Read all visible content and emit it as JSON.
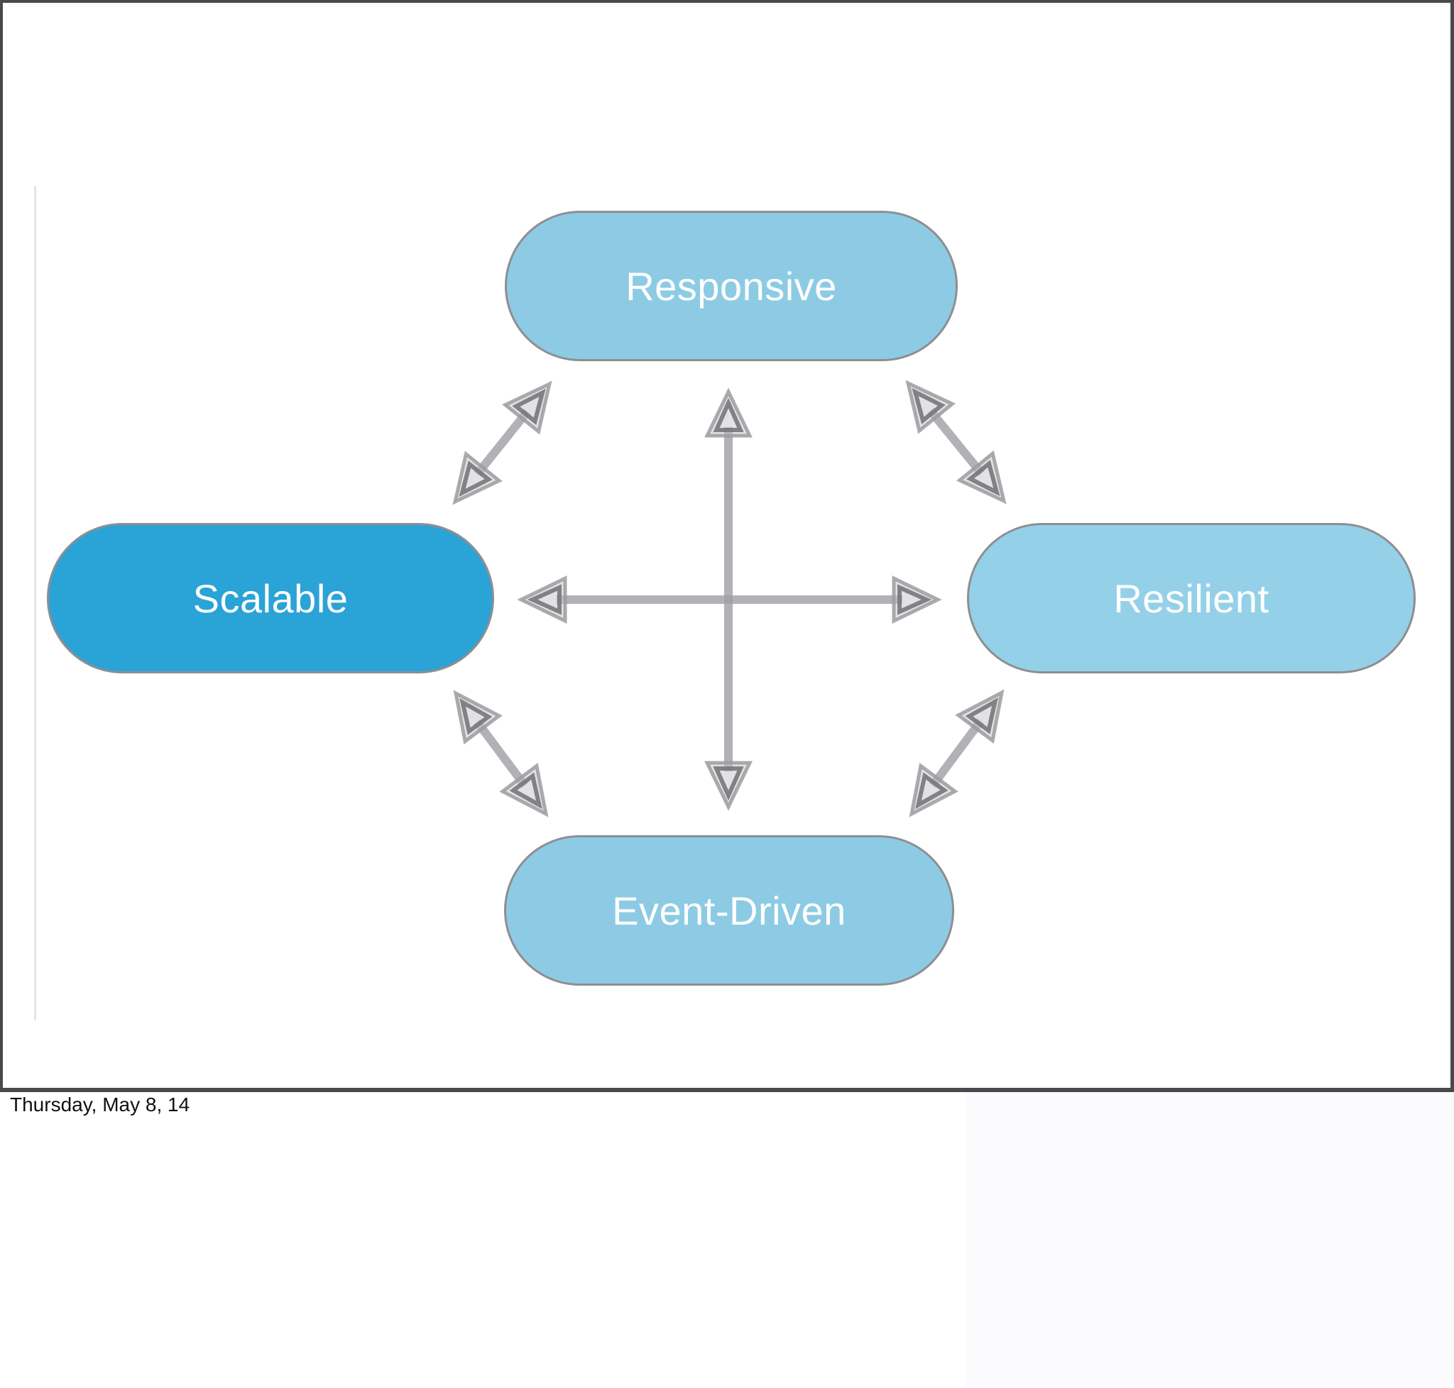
{
  "diagram": {
    "nodes": {
      "responsive": {
        "label": "Responsive"
      },
      "scalable": {
        "label": "Scalable"
      },
      "resilient": {
        "label": "Resilient"
      },
      "event_driven": {
        "label": "Event-Driven"
      }
    },
    "edges": [
      {
        "from": "responsive",
        "to": "scalable",
        "bidirectional": true
      },
      {
        "from": "responsive",
        "to": "resilient",
        "bidirectional": true
      },
      {
        "from": "responsive",
        "to": "event_driven",
        "bidirectional": true
      },
      {
        "from": "scalable",
        "to": "resilient",
        "bidirectional": true
      },
      {
        "from": "scalable",
        "to": "event_driven",
        "bidirectional": true
      },
      {
        "from": "event_driven",
        "to": "resilient",
        "bidirectional": true
      }
    ],
    "colors": {
      "node_primary": "#2aa3d7",
      "node_light": "#8dcbe4",
      "node_light_alt": "#95d0e9",
      "node_border": "#8e8e92",
      "node_text": "#ffffff",
      "arrow": "#a0a0a5",
      "frame_border": "#4a4a4e",
      "footer_text": "#111111"
    },
    "footer": "Thursday, May 8, 14"
  }
}
